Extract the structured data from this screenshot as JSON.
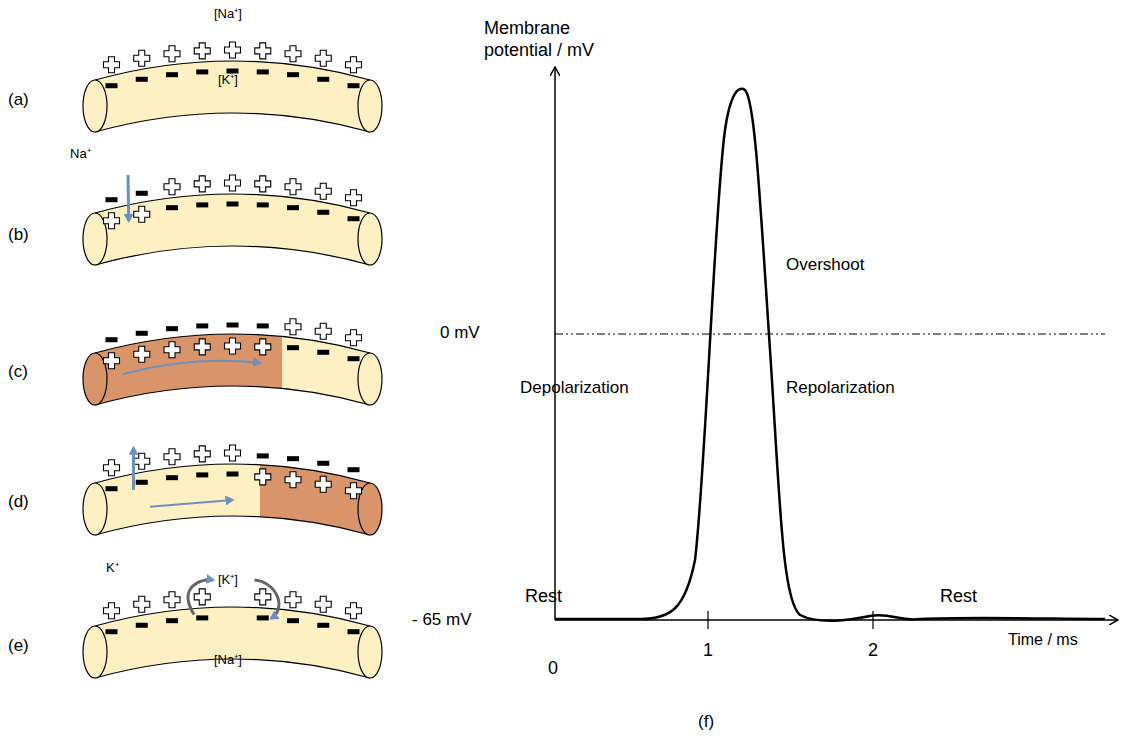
{
  "diagram": {
    "labels": [
      "(a)",
      "[Na⁺]",
      "[K⁺]",
      "(b)",
      "Na⁺",
      "(c)",
      "(d)",
      "K⁺",
      "(e)",
      "[K⁺]",
      "[Na⁺]",
      "Membrane potential / mV",
      "0 mV",
      "Overshoot",
      "Depolarization",
      "Repolarization",
      "Rest",
      "Rest",
      "- 65 mV",
      "0",
      "1",
      "2",
      "Time / ms",
      "(f)"
    ]
  }
}
